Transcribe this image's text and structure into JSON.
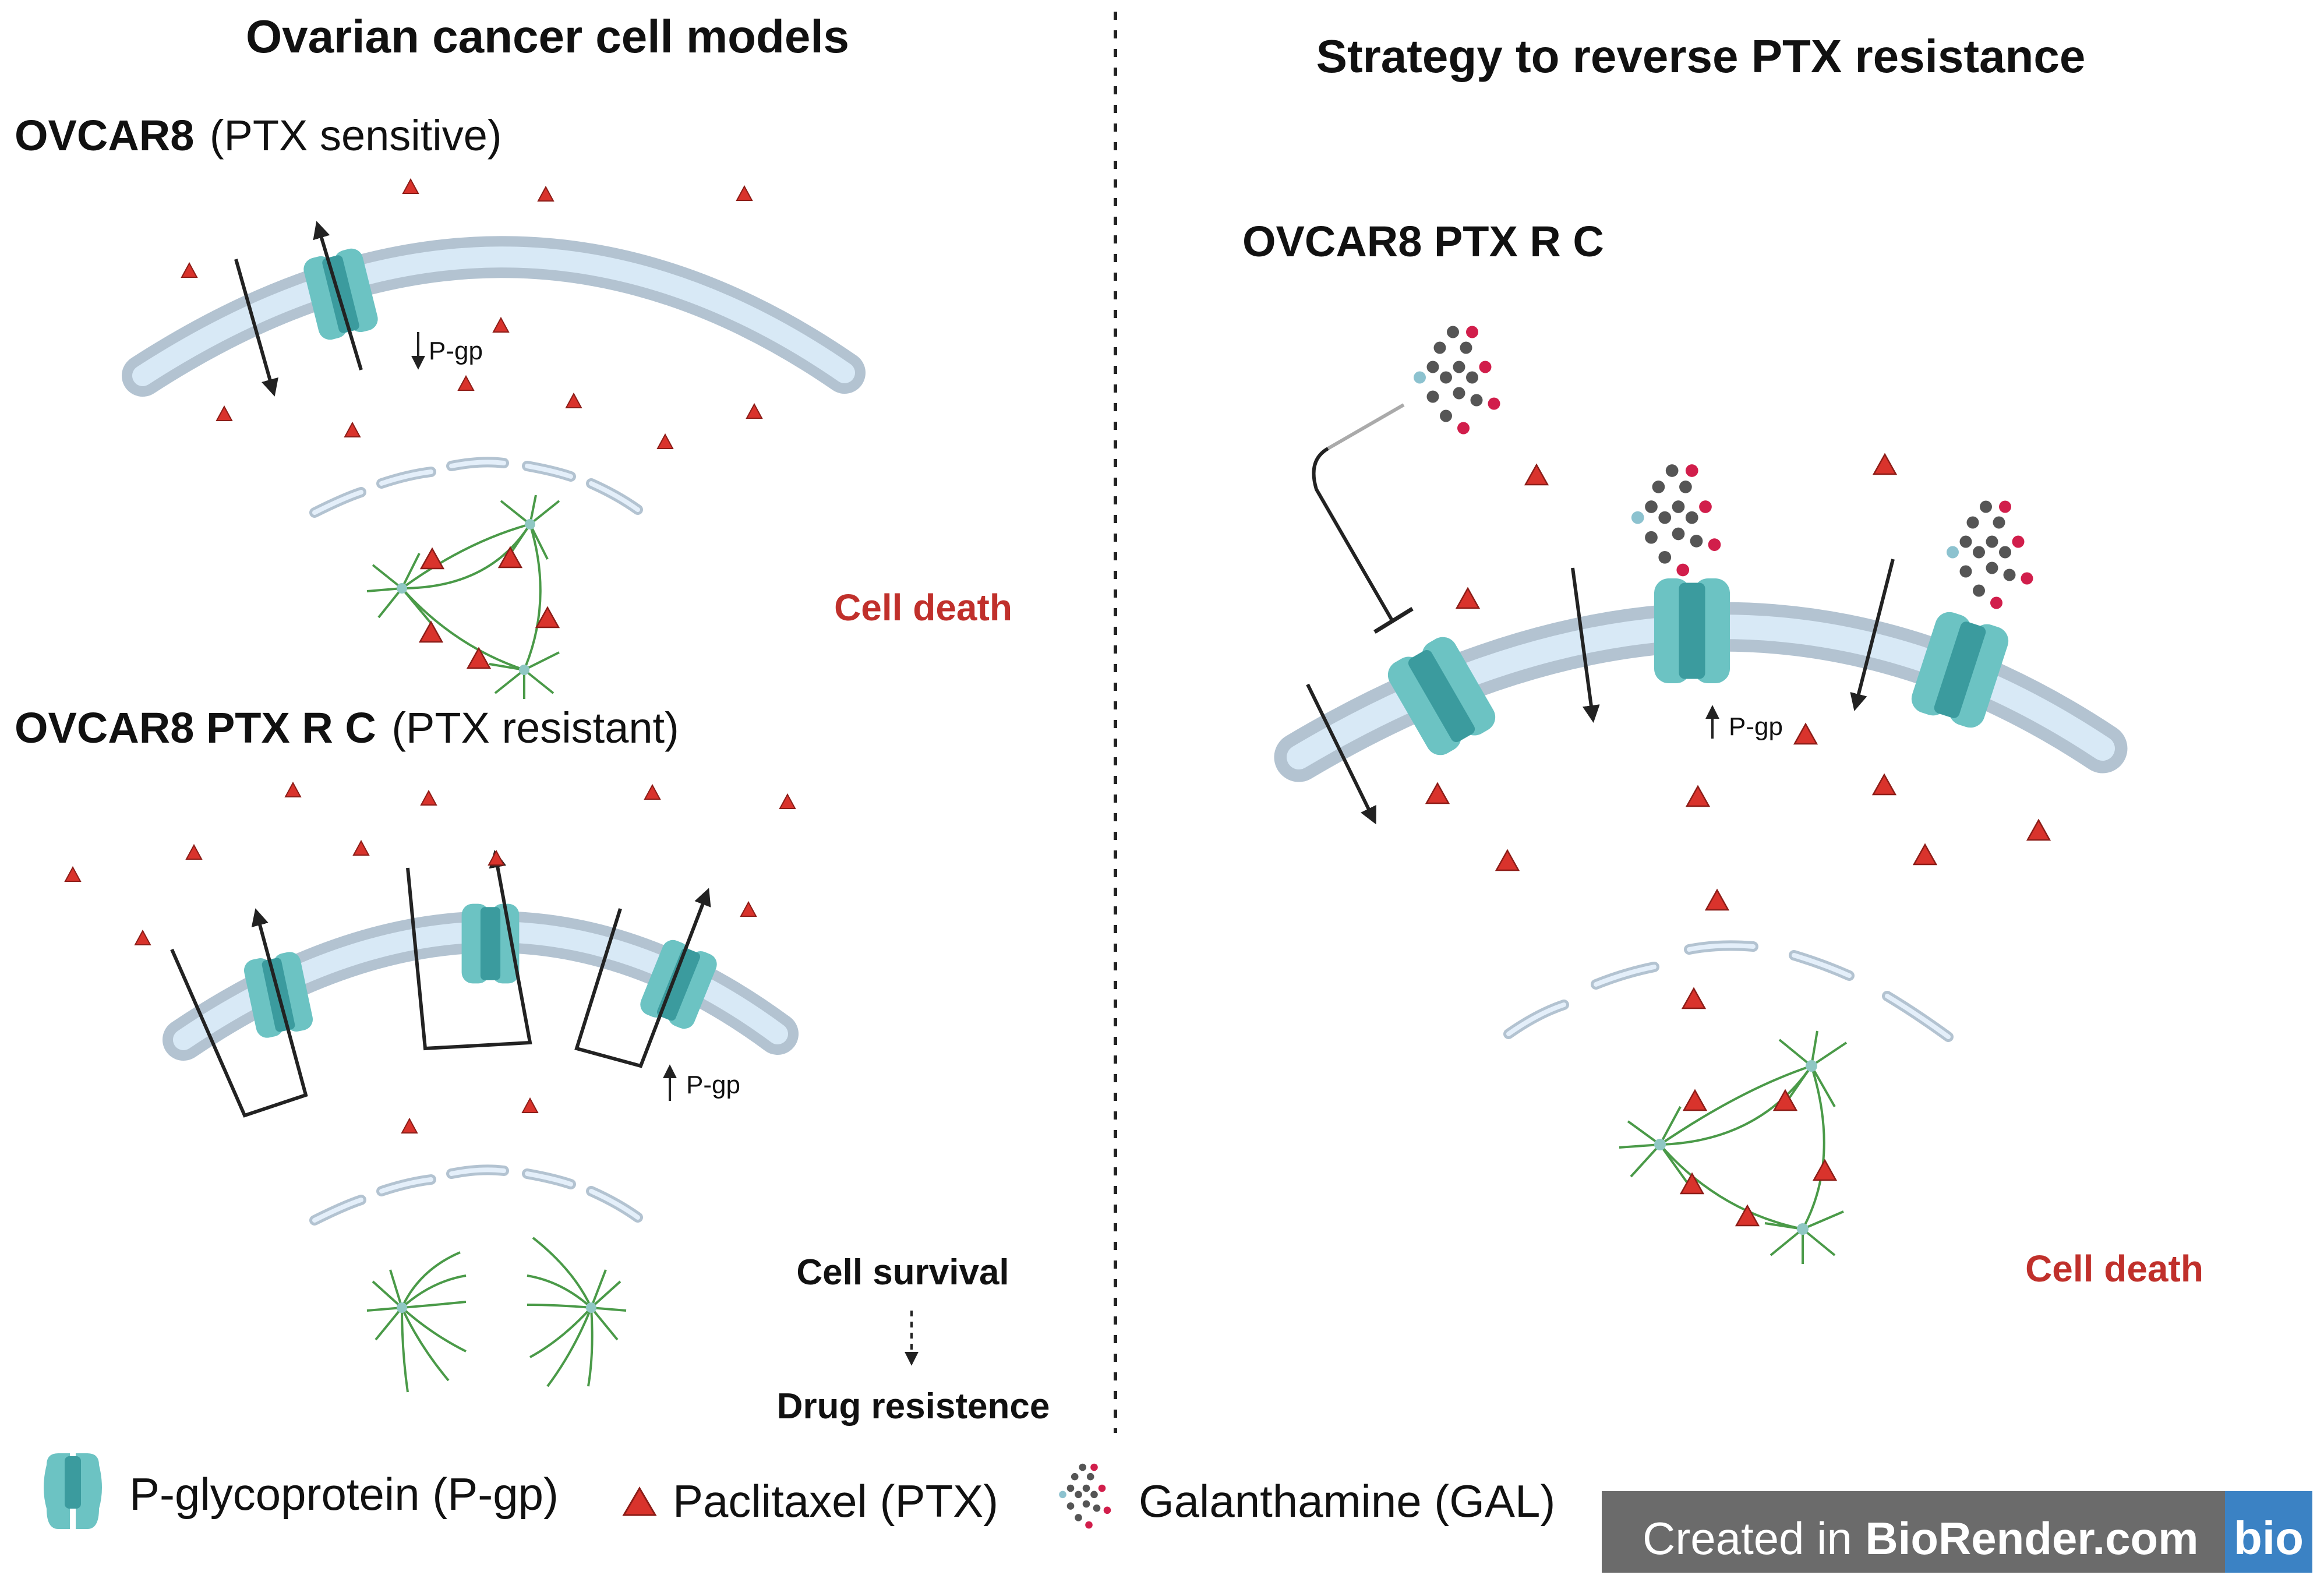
{
  "titles": {
    "left": "Ovarian cancer cell models",
    "right": "Strategy to reverse PTX resistance"
  },
  "panels": {
    "sensitive": {
      "name": "OVCAR8",
      "qualifier": "(PTX sensitive)",
      "pgp": "P-gp",
      "outcome": "Cell death"
    },
    "resistant": {
      "name": "OVCAR8 PTX R C",
      "qualifier": "(PTX resistant)",
      "pgp": "P-gp",
      "outcome": "Cell survival",
      "consequence": "Drug resistence"
    },
    "strategy": {
      "name": "OVCAR8 PTX R C",
      "pgp": "P-gp",
      "outcome": "Cell death"
    }
  },
  "legend": {
    "pgp": "P-glycoprotein (P-gp)",
    "ptx": "Paclitaxel (PTX)",
    "gal": "Galanthamine (GAL)"
  },
  "branding": {
    "prefix": "Created in",
    "brand": "BioRender.com",
    "logo": "bio"
  },
  "colors": {
    "ptx": "#d9332c",
    "membrane_outer": "#b3c3d1",
    "membrane_inner": "#d8e9f6",
    "pgp_light": "#6cc3c3",
    "pgp_dark": "#3b9b9e",
    "microtubule": "#4a9a48",
    "gal_atom": "#555555",
    "gal_oxygen": "#d11e4b",
    "gal_nitrogen": "#8cc2cf",
    "outcome_red": "#c0302b",
    "brand_bar": "#6b6b6b",
    "brand_logo": "#3b82c4"
  }
}
